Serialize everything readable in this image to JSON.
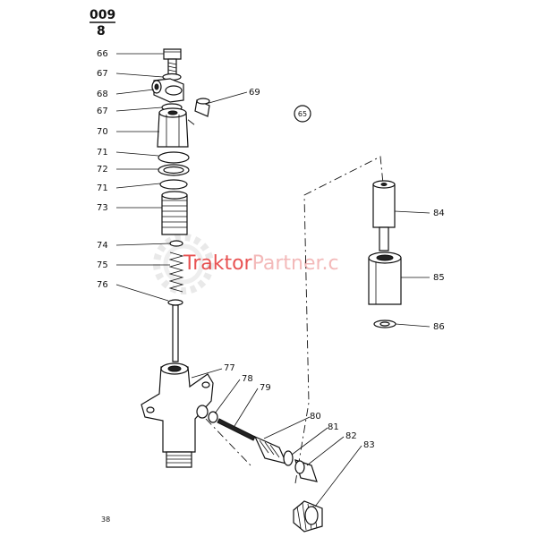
{
  "header": {
    "top": "009",
    "bottom": "8"
  },
  "page_number": "38",
  "group_ref": "65",
  "watermark": {
    "part1": "Traktor",
    "part2": "Partner",
    "suffix": ".c",
    "color1": "#e01818",
    "color2": "#f3b8b8"
  },
  "callouts": [
    "66",
    "67",
    "68",
    "67",
    "69",
    "70",
    "71",
    "72",
    "71",
    "73",
    "74",
    "75",
    "76",
    "77",
    "78",
    "79",
    "80",
    "81",
    "82",
    "83",
    "84",
    "85",
    "86"
  ]
}
